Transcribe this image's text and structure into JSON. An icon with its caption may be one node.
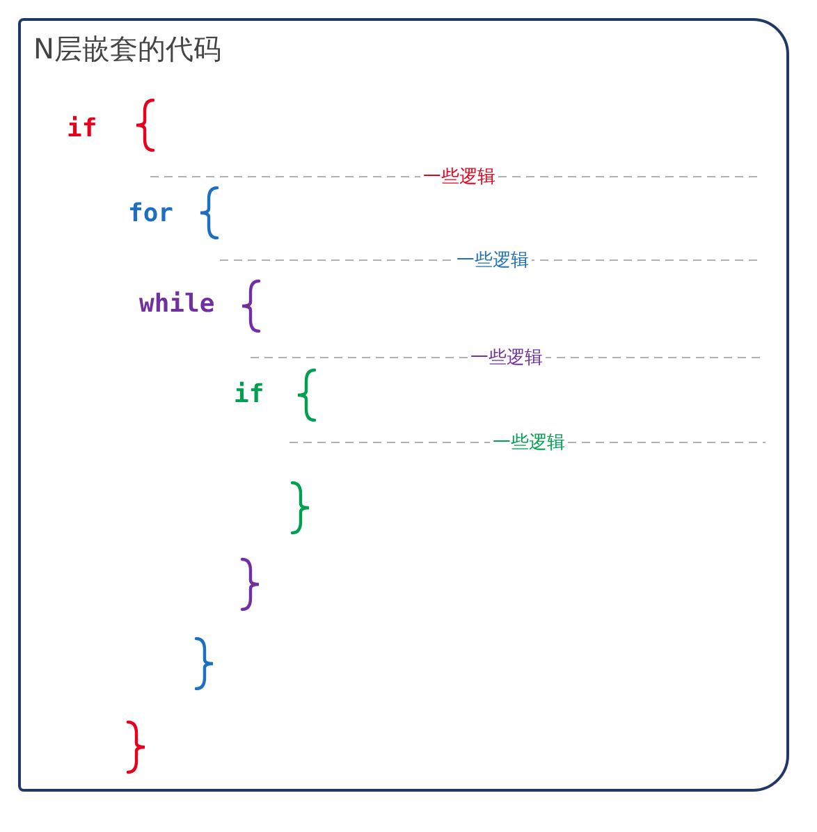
{
  "diagram": {
    "title": "N层嵌套的代码",
    "labels": [
      "if",
      "一些逻辑",
      "for",
      "一些逻辑",
      "while",
      "一些逻辑",
      "if",
      "一些逻辑"
    ]
  }
}
